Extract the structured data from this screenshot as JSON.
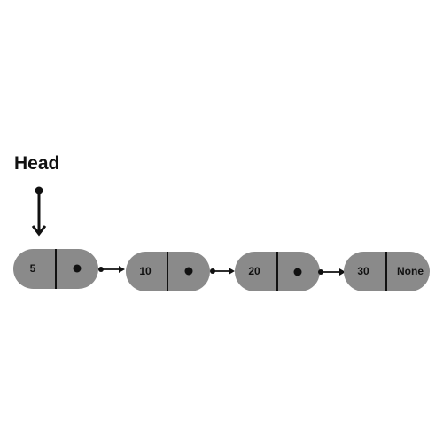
{
  "diagram": {
    "type": "singly-linked-list",
    "head_label": "Head",
    "colors": {
      "node_fill": "#8a8a8a",
      "stroke": "#111111",
      "text": "#111111",
      "background": "#ffffff"
    },
    "nodes": [
      {
        "value": "5",
        "next": "pointer"
      },
      {
        "value": "10",
        "next": "pointer"
      },
      {
        "value": "20",
        "next": "pointer"
      },
      {
        "value": "30",
        "next": "None"
      }
    ]
  }
}
